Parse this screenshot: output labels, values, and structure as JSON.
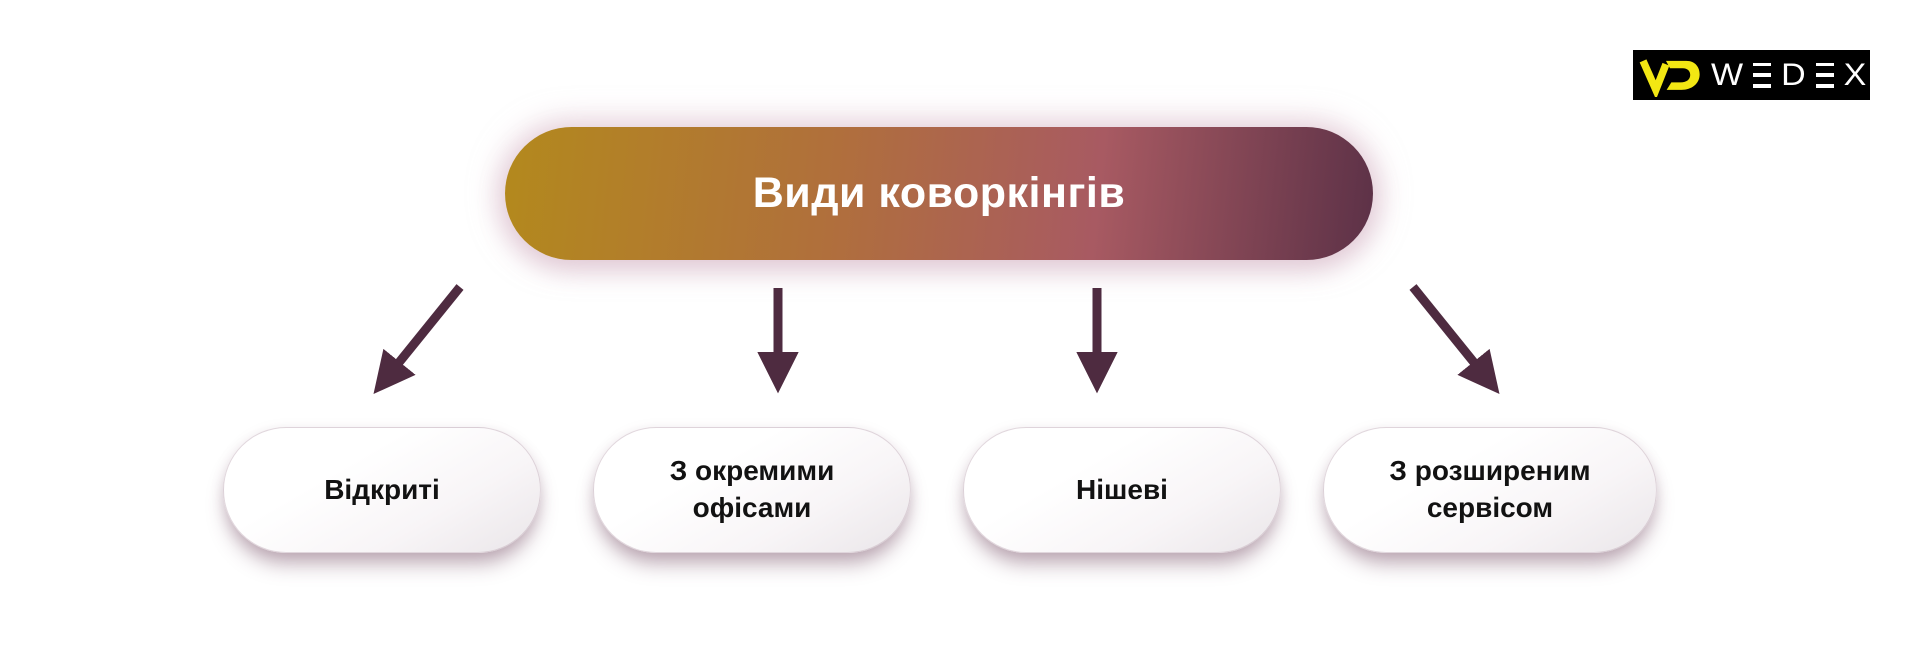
{
  "colors": {
    "page-bg": "#ffffff",
    "arrow": "#4e2b40",
    "header-grad-1": "#b3891d",
    "header-grad-2": "#b06f3c",
    "header-grad-3": "#a85a62",
    "header-grad-4": "#5c3147",
    "header-title-text": "#ffffff",
    "node-text": "#121212",
    "logo-bg": "#000000",
    "logo-monogram": "#f2e713",
    "logo-text": "#ffffff"
  },
  "logo": {
    "brand": "WEDEX",
    "monogram": "WD",
    "letters": [
      "W",
      "E",
      "D",
      "E",
      "X"
    ]
  },
  "diagram": {
    "title": "Види коворкінгів",
    "nodes": [
      {
        "label": "Відкриті"
      },
      {
        "label": "З окремими офісами"
      },
      {
        "label": "Нішеві"
      },
      {
        "label": "З розширеним сервісом"
      }
    ]
  }
}
